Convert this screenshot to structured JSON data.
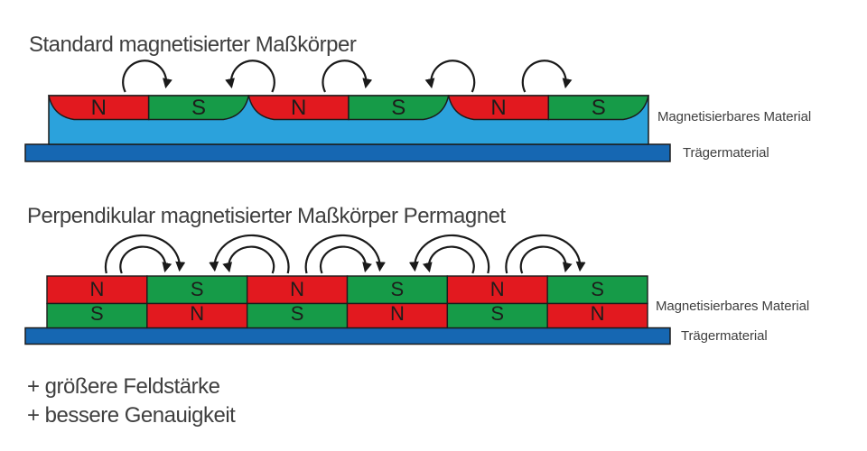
{
  "colors": {
    "red": "#e2191f",
    "green": "#169b48",
    "light_blue": "#2ba2dc",
    "dark_blue": "#1667b2",
    "outline": "#1c1c1c",
    "arrow": "#1a1a1a",
    "text": "#3f3f3f"
  },
  "diagram1": {
    "title": "Standard magnetisierter Maßkörper",
    "poles": [
      "N",
      "S",
      "N",
      "S",
      "N",
      "S"
    ],
    "material_label": "Magnetisierbares Material",
    "carrier_label": "Trägermaterial"
  },
  "diagram2": {
    "title": "Perpendikular magnetisierter Maßkörper Permagnet",
    "poles_top": [
      "N",
      "S",
      "N",
      "S",
      "N",
      "S"
    ],
    "poles_bottom": [
      "S",
      "N",
      "S",
      "N",
      "S",
      "N"
    ],
    "material_label": "Magnetisierbares Material",
    "carrier_label": "Trägermaterial"
  },
  "benefits": [
    "+ größere Feldstärke",
    "+ bessere Genauigkeit"
  ]
}
